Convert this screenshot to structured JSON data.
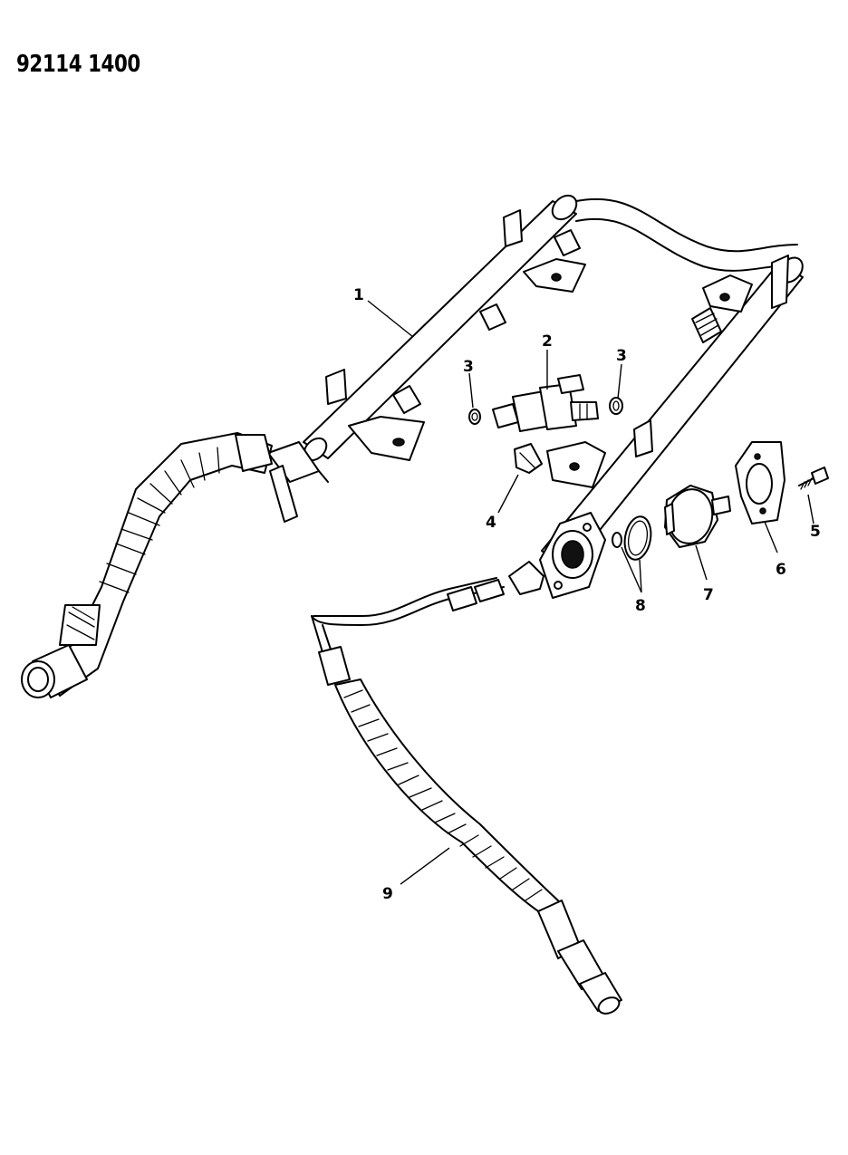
{
  "diagram": {
    "document_number": "92114 1400",
    "callouts": {
      "fuel_rail": "1",
      "injector": "2",
      "o_ring_left": "3",
      "o_ring_right": "3",
      "clip": "4",
      "screw": "5",
      "gasket": "6",
      "pressure_regulator": "7",
      "o_rings_regulator": "8",
      "fuel_hose": "9"
    }
  }
}
